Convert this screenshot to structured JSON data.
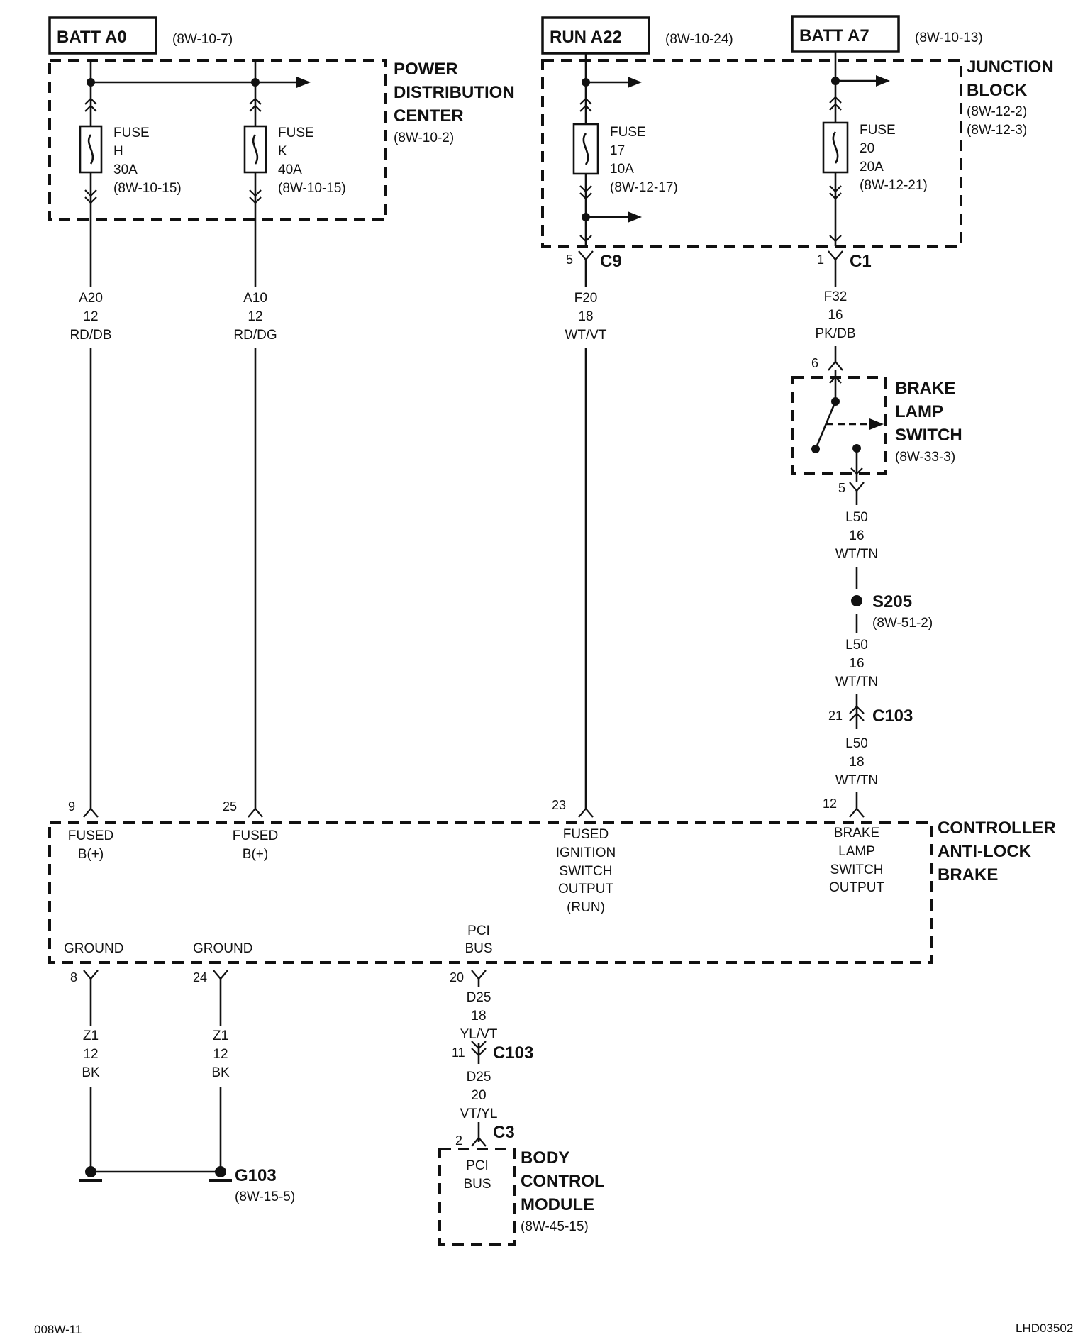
{
  "sources": {
    "batt_a0": {
      "label": "BATT A0",
      "ref": "(8W-10-7)"
    },
    "run_a22": {
      "label": "RUN A22",
      "ref": "(8W-10-24)"
    },
    "batt_a7": {
      "label": "BATT A7",
      "ref": "(8W-10-13)"
    }
  },
  "pdc": {
    "lines": [
      "POWER",
      "DISTRIBUTION",
      "CENTER"
    ],
    "ref": "(8W-10-2)"
  },
  "junction_block": {
    "lines": [
      "JUNCTION",
      "BLOCK"
    ],
    "refs": [
      "(8W-12-2)",
      "(8W-12-3)"
    ]
  },
  "fuses": {
    "h": {
      "lines": [
        "FUSE",
        "H",
        "30A",
        "(8W-10-15)"
      ]
    },
    "k": {
      "lines": [
        "FUSE",
        "K",
        "40A",
        "(8W-10-15)"
      ]
    },
    "f17": {
      "lines": [
        "FUSE",
        "17",
        "10A",
        "(8W-12-17)"
      ]
    },
    "f20": {
      "lines": [
        "FUSE",
        "20",
        "20A",
        "(8W-12-21)"
      ]
    }
  },
  "connectors": {
    "c9": {
      "pin": "5",
      "name": "C9"
    },
    "c1": {
      "pin": "1",
      "name": "C1"
    },
    "c103_l50": {
      "pin": "21",
      "name": "C103"
    },
    "c103_d25": {
      "pin": "11",
      "name": "C103"
    },
    "c3": {
      "pin": "2",
      "name": "C3"
    }
  },
  "wires": {
    "a20": [
      "A20",
      "12",
      "RD/DB"
    ],
    "a10": [
      "A10",
      "12",
      "RD/DG"
    ],
    "f20": [
      "F20",
      "18",
      "WT/VT"
    ],
    "f32": [
      "F32",
      "16",
      "PK/DB"
    ],
    "l50_a": [
      "L50",
      "16",
      "WT/TN"
    ],
    "l50_b": [
      "L50",
      "16",
      "WT/TN"
    ],
    "l50_c": [
      "L50",
      "18",
      "WT/TN"
    ],
    "d25_a": [
      "D25",
      "18",
      "YL/VT"
    ],
    "d25_b": [
      "D25",
      "20",
      "VT/YL"
    ],
    "z1_a": [
      "Z1",
      "12",
      "BK"
    ],
    "z1_b": [
      "Z1",
      "12",
      "BK"
    ]
  },
  "brake_lamp_switch": {
    "pin_in": "6",
    "pin_out": "5",
    "lines": [
      "BRAKE",
      "LAMP",
      "SWITCH"
    ],
    "ref": "(8W-33-3)"
  },
  "splice": {
    "name": "S205",
    "ref": "(8W-51-2)"
  },
  "abs_controller": {
    "lines": [
      "CONTROLLER",
      "ANTI-LOCK",
      "BRAKE"
    ],
    "pins": {
      "p9": {
        "pin": "9",
        "lines": [
          "FUSED",
          "B(+)"
        ]
      },
      "p25": {
        "pin": "25",
        "lines": [
          "FUSED",
          "B(+)"
        ]
      },
      "p23": {
        "pin": "23",
        "lines": [
          "FUSED",
          "IGNITION",
          "SWITCH",
          "OUTPUT",
          "(RUN)"
        ]
      },
      "p12": {
        "pin": "12",
        "lines": [
          "BRAKE",
          "LAMP",
          "SWITCH",
          "OUTPUT"
        ]
      },
      "p8": {
        "pin": "8",
        "lines": [
          "GROUND"
        ]
      },
      "p24": {
        "pin": "24",
        "lines": [
          "GROUND"
        ]
      },
      "p20": {
        "pin": "20",
        "lines": [
          "PCI",
          "BUS"
        ]
      }
    }
  },
  "ground": {
    "name": "G103",
    "ref": "(8W-15-5)"
  },
  "bcm": {
    "inner": [
      "PCI",
      "BUS"
    ],
    "lines": [
      "BODY",
      "CONTROL",
      "MODULE"
    ],
    "ref": "(8W-45-15)"
  },
  "footer": {
    "left": "008W-11",
    "right": "LHD03502"
  }
}
